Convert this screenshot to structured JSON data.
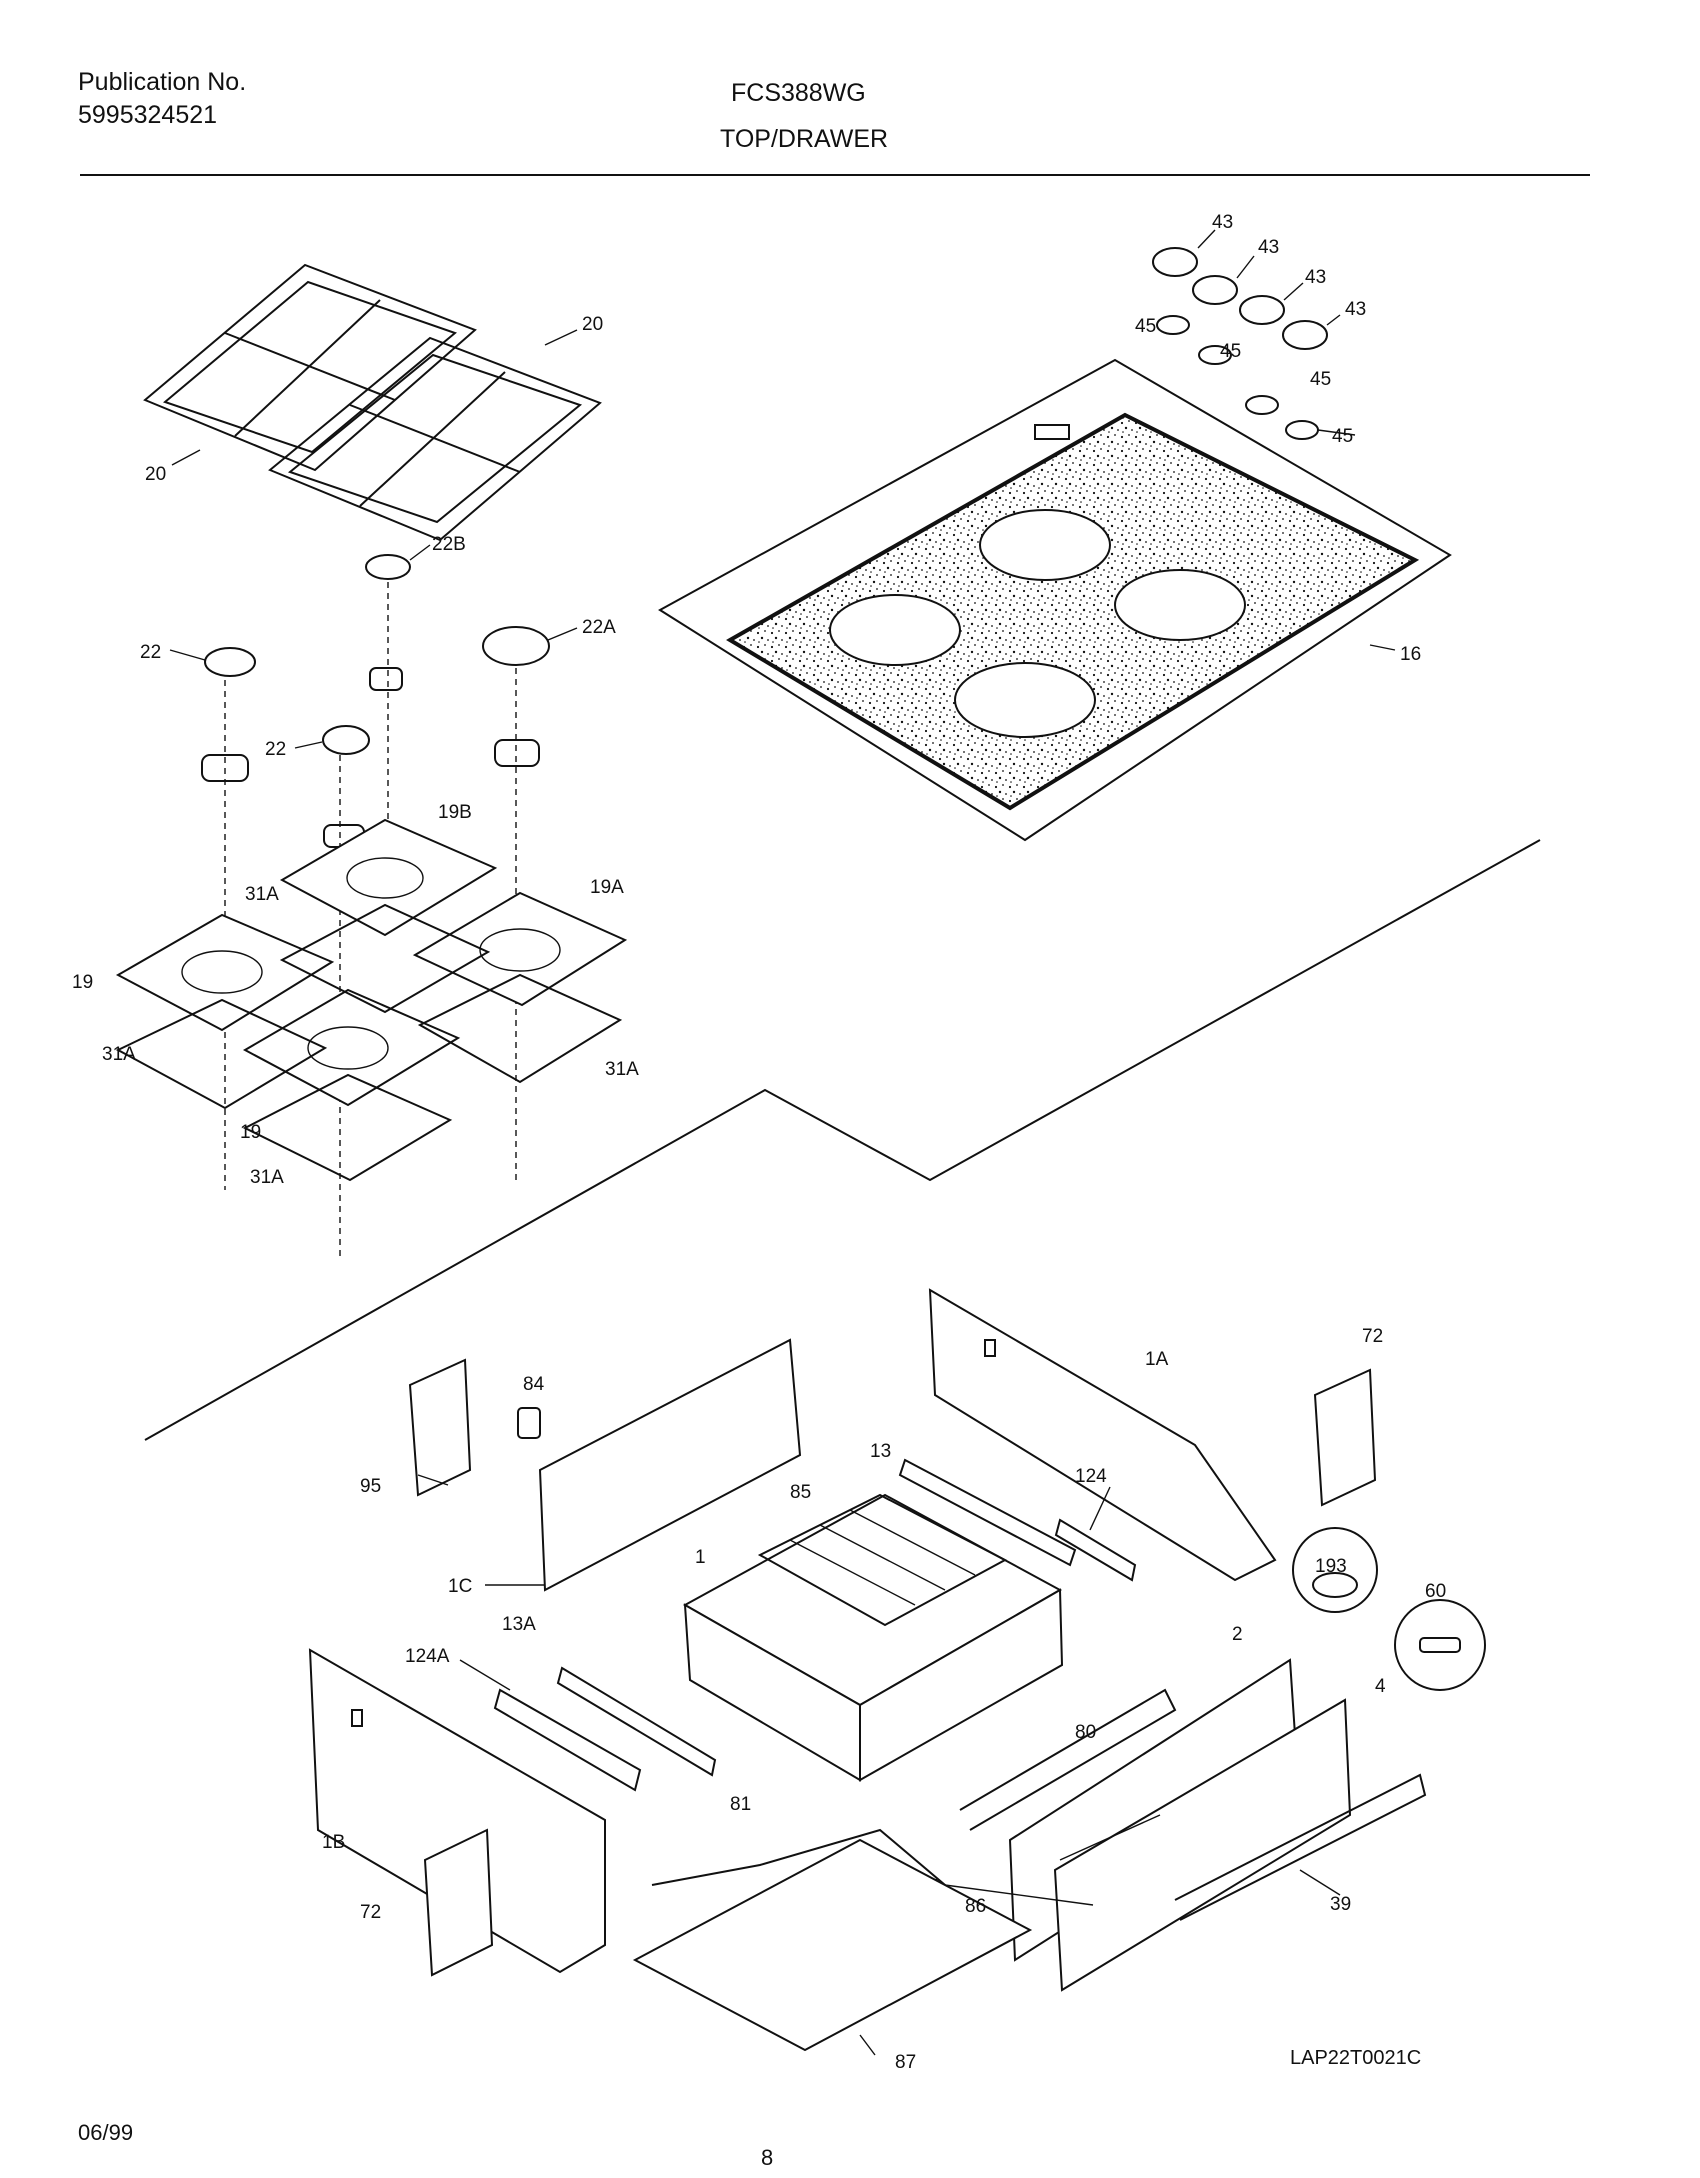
{
  "header": {
    "publication_label": "Publication No.",
    "publication_number": "5995324521",
    "model": "FCS388WG",
    "section": "TOP/DRAWER"
  },
  "callouts": {
    "c20a": "20",
    "c20b": "20",
    "c22b": "22B",
    "c22": "22",
    "c22a": "22A",
    "c22c": "22",
    "c19b": "19B",
    "c19a": "19A",
    "c31a_1": "31A",
    "c19": "19",
    "c31a_2": "31A",
    "c31a_3": "31A",
    "c19c": "19",
    "c31a_4": "31A",
    "c43_1": "43",
    "c43_2": "43",
    "c43_3": "43",
    "c43_4": "43",
    "c45_1": "45",
    "c45_2": "45",
    "c45_3": "45",
    "c45_4": "45",
    "c16": "16",
    "c72a": "72",
    "c1a": "1A",
    "c84": "84",
    "c95": "95",
    "c13": "13",
    "c124": "124",
    "c85": "85",
    "c1": "1",
    "c1c": "1C",
    "c193": "193",
    "c60": "60",
    "c2": "2",
    "c13a": "13A",
    "c124a": "124A",
    "c4": "4",
    "c80": "80",
    "c81": "81",
    "c1b": "1B",
    "c86": "86",
    "c39": "39",
    "c72b": "72",
    "c87": "87"
  },
  "footer": {
    "date": "06/99",
    "page": "8",
    "drawing_code": "LAP22T0021C"
  }
}
